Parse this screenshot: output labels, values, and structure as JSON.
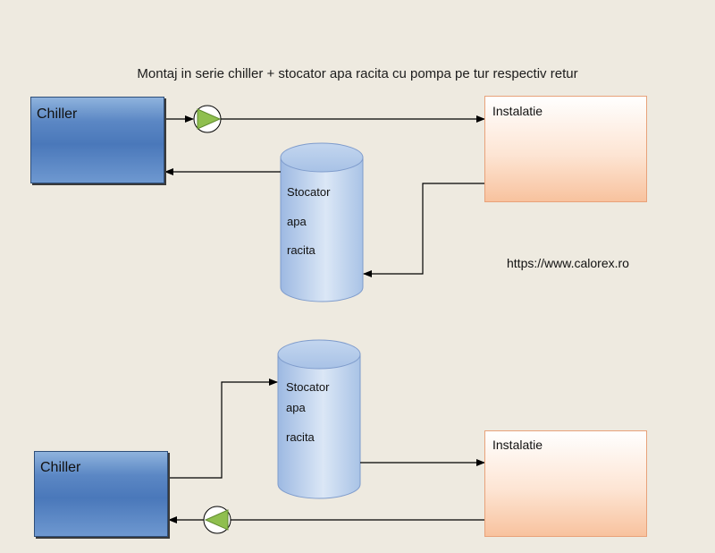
{
  "title": "Montaj in serie chiller + stocator apa racita cu pompa pe tur respectiv retur",
  "website": "https://www.calorex.ro",
  "top_diagram": {
    "chiller_label": "Chiller",
    "installation_label": "Instalatie",
    "tank_lines": [
      "Stocator",
      "apa",
      "racita"
    ]
  },
  "bottom_diagram": {
    "chiller_label": "Chiller",
    "installation_label": "Instalatie",
    "tank_lines": [
      "Stocator",
      "apa",
      "racita"
    ]
  },
  "colors": {
    "chiller_fill": "#4a78ba",
    "installation_fill": "#f8c29e",
    "tank_fill": "#aac3e6",
    "pump_fill": "#8fbf4f",
    "background": "#eeeae0"
  }
}
